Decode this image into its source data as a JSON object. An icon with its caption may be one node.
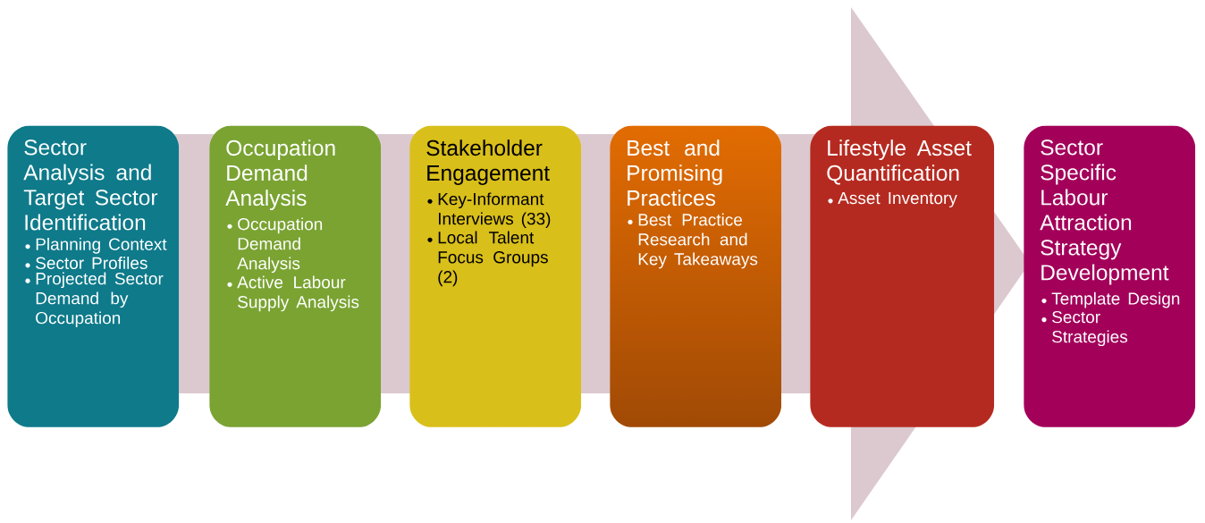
{
  "diagram": {
    "nodes": [
      {
        "text": [
          "Sector Analysis and Target Sector Identification",
          "Planning Context",
          "Sector  Profiles",
          "Projected Sector Demand by Occupation"
        ]
      },
      {
        "text": [
          "Occupation Demand Analysis",
          "Occupation Demand Analysis",
          "Active Labour Supply Analysis"
        ]
      },
      {
        "text": [
          "Stakeholder Engagement",
          "Key-Informant Interviews (33)",
          "Local Talent Focus Groups (2)"
        ]
      },
      {
        "text": [
          "Best and Promising Practices",
          "Best Practice Research and Key Takeaways"
        ]
      },
      {
        "text": [
          "Lifestyle Asset Quantification",
          "Asset Inventory"
        ]
      },
      {
        "text": [
          "Sector Specific Labour Attraction Strategy Development",
          "Template Design",
          "Sector Strategies"
        ]
      }
    ],
    "edges": [
      {
        "from": 0,
        "to": 5,
        "arrow": "to"
      }
    ]
  }
}
